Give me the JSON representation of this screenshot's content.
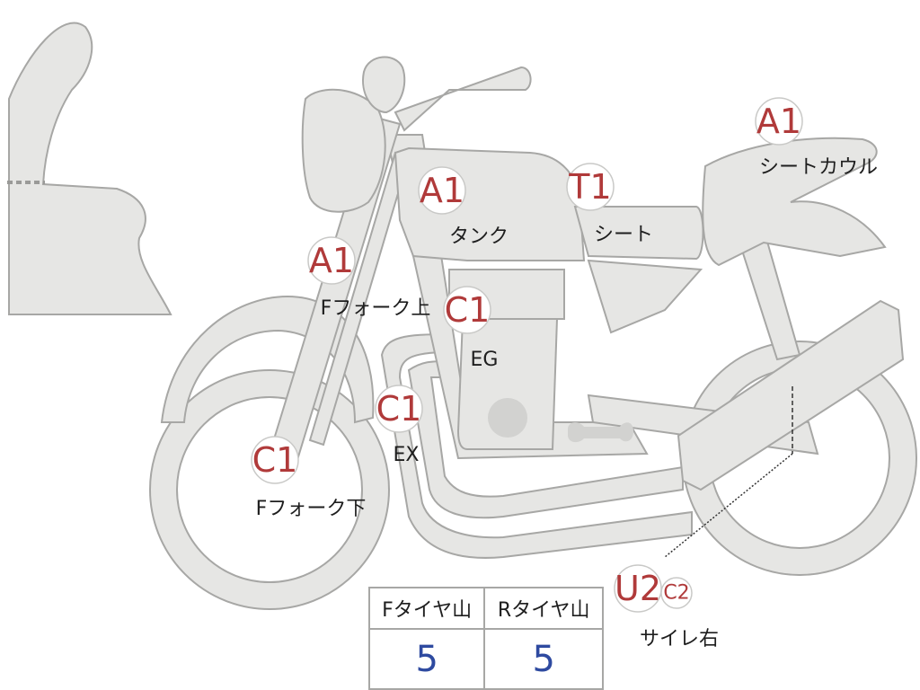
{
  "diagram": {
    "parts": [
      {
        "id": "cowl-front",
        "grade": "A1",
        "label": "Fフォーク上"
      },
      {
        "id": "tank",
        "grade": "A1",
        "label": "タンク"
      },
      {
        "id": "seat",
        "grade": "T1",
        "label": "シート"
      },
      {
        "id": "seat-cowl",
        "grade": "A1",
        "label": "シートカウル"
      },
      {
        "id": "engine",
        "grade": "C1",
        "label": "EG"
      },
      {
        "id": "exhaust",
        "grade": "C1",
        "label": "EX"
      },
      {
        "id": "fork-lower",
        "grade": "C1",
        "label": "Fフォーク下"
      },
      {
        "id": "silencer-right",
        "grade": "U2",
        "grade2": "C2",
        "label": "サイレ右"
      }
    ]
  },
  "tires": {
    "front_label": "Fタイヤ山",
    "rear_label": "Rタイヤ山",
    "front_value": "5",
    "rear_value": "5"
  },
  "colors": {
    "part_fill": "#e6e6e4",
    "part_stroke": "#a7a7a5",
    "grade_text": "#b03a3a",
    "tire_value": "#2e4aa0"
  }
}
